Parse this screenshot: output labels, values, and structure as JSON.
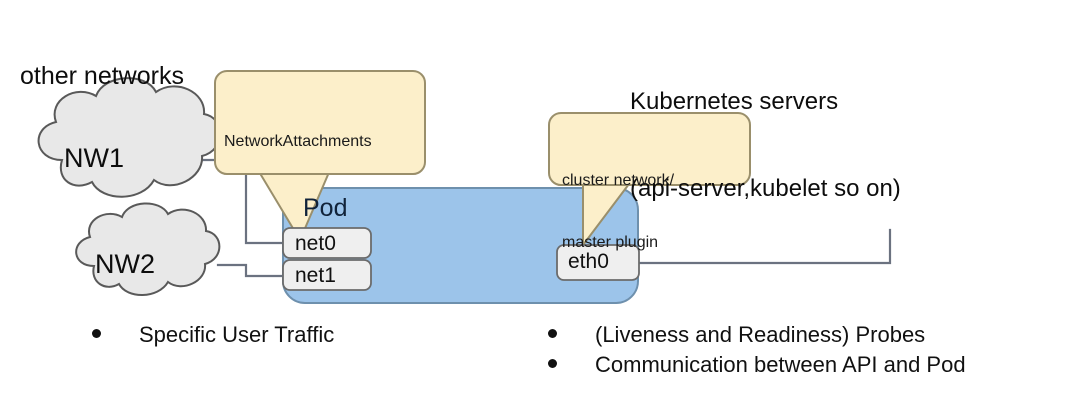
{
  "diagram": {
    "title_left": "other networks",
    "title_right_line1": "Kubernetes servers",
    "title_right_line2": "(api-server,kubelet so on)",
    "colors": {
      "pod_fill": "#9cc4ea",
      "pod_stroke": "#6e90ad",
      "callout_fill": "#fcefca",
      "callout_stroke": "#9a8f6b",
      "cloud_fill": "#e8e8e8",
      "cloud_stroke": "#595959",
      "iface_fill": "#efefef",
      "iface_stroke": "#6b6b6b",
      "connector": "#6b7280",
      "text": "#111111"
    },
    "clouds": [
      {
        "name": "cloud-nw1",
        "label": "NW1"
      },
      {
        "name": "cloud-nw2",
        "label": "NW2"
      }
    ],
    "pod": {
      "label": "Pod",
      "interfaces": [
        {
          "name": "net0",
          "label": "net0"
        },
        {
          "name": "net1",
          "label": "net1"
        },
        {
          "name": "eth0",
          "label": "eth0"
        }
      ]
    },
    "callouts": [
      {
        "name": "networkattachments-callout",
        "lines": [
          "NetworkAttachments"
        ]
      },
      {
        "name": "cluster-network-callout",
        "lines": [
          "cluster network/",
          "master plugin"
        ]
      }
    ],
    "bullets_left": [
      "Specific User Traffic"
    ],
    "bullets_right": [
      "(Liveness and Readiness) Probes",
      "Communication between API and Pod"
    ]
  }
}
